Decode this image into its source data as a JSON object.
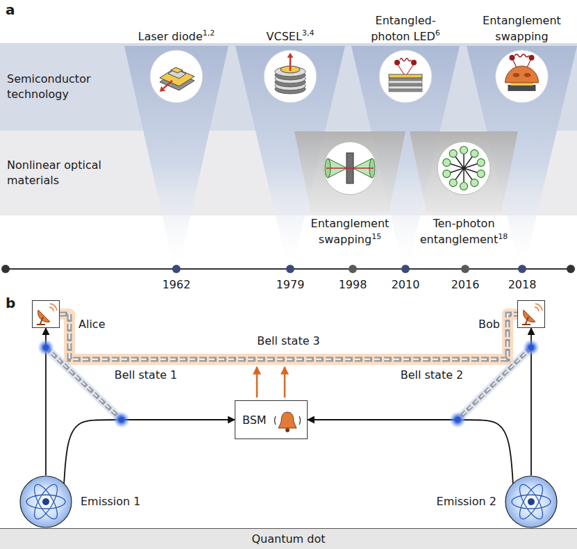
{
  "diagram": {
    "nodes": [
      {
        "text": [
          "Semiconductor technology"
        ]
      },
      {
        "text": [
          "Nonlinear optical materials"
        ]
      },
      {
        "text": [
          "Laser diode",
          "1,2"
        ]
      },
      {
        "text": [
          "VCSEL",
          "3,4"
        ]
      },
      {
        "text": [
          "Entangled- photon LED",
          "6"
        ]
      },
      {
        "text": [
          "Entanglement swapping"
        ]
      },
      {
        "text": [
          "Entanglement swapping",
          "15"
        ]
      },
      {
        "text": [
          "Ten-photon entanglement",
          "18"
        ]
      },
      {
        "text": [
          "Alice"
        ]
      },
      {
        "text": [
          "Bob"
        ]
      },
      {
        "text": [
          "BSM"
        ]
      },
      {
        "text": [
          "Emission 1"
        ]
      },
      {
        "text": [
          "Emission 2"
        ]
      },
      {
        "text": [
          "Quantum dot"
        ]
      }
    ],
    "edges": [
      {
        "from": 8,
        "to": 9,
        "arrow": "none",
        "label": "Bell state 3"
      },
      {
        "from": 11,
        "to": 8,
        "arrow": "to"
      },
      {
        "from": 11,
        "to": 10,
        "arrow": "to"
      },
      {
        "from": 12,
        "to": 9,
        "arrow": "to"
      },
      {
        "from": 12,
        "to": 10,
        "arrow": "to"
      }
    ],
    "labels": [
      "a",
      "1962",
      "1979",
      "1998",
      "2010",
      "2016",
      "2018",
      "b",
      "Bell state 1",
      "Bell state 2"
    ]
  }
}
